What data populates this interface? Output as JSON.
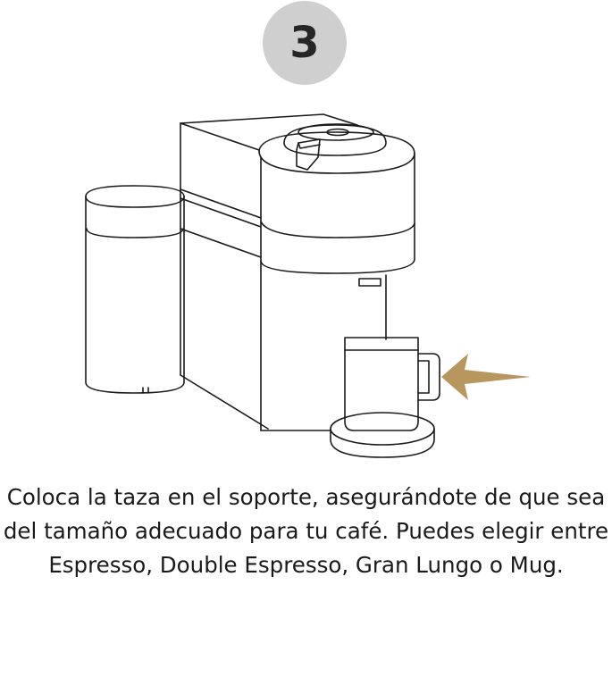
{
  "step": {
    "number": "3",
    "badge_color": "#cfcfcf"
  },
  "illustration": {
    "machine_icon": "coffee-machine-icon",
    "arrow_icon": "arrow-left-icon",
    "arrow_color": "#b8975f",
    "line_color": "#1a1a1a"
  },
  "instruction": {
    "line1": "Coloca la taza en el soporte, asegurándote de que sea",
    "line2": "del tamaño adecuado para tu café. Puedes elegir entre",
    "line3": "Espresso, Double Espresso, Gran Lungo o Mug."
  }
}
